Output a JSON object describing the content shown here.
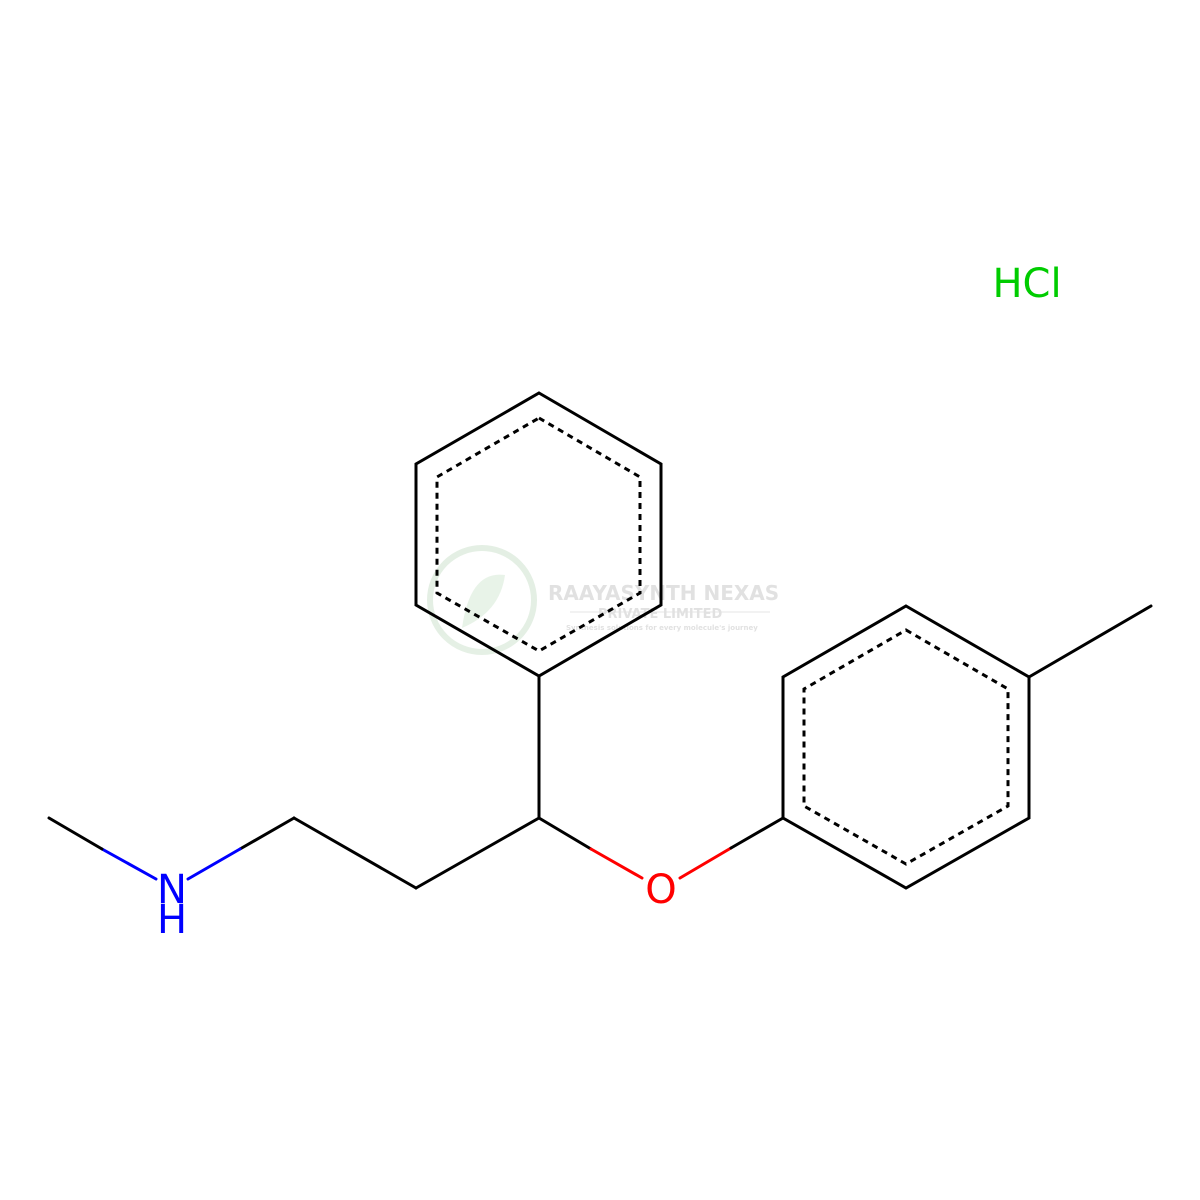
{
  "molecule": {
    "atoms": {
      "nitrogen": "N",
      "nitrogen_h": "H",
      "oxygen": "O",
      "salt": "HCl"
    },
    "colors": {
      "bond": "#000000",
      "nitrogen": "#0000FF",
      "oxygen": "#FF0000",
      "chlorine": "#00CC00"
    }
  },
  "watermark": {
    "line1": "RAAYASYNTH NEXAS",
    "line2": "PRIVATE LIMITED",
    "tagline": "Synthesis solutions for every molecule's journey"
  }
}
